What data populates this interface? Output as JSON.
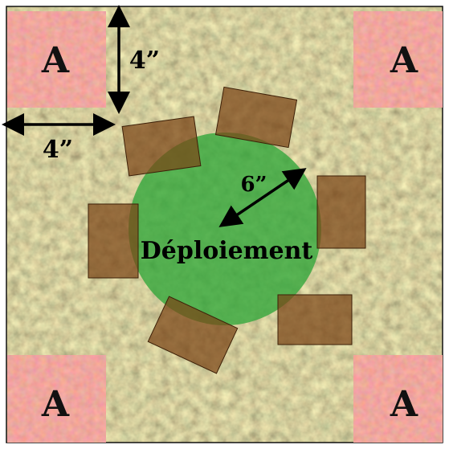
{
  "map": {
    "colors": {
      "grass_base": "#8a7a4e",
      "zone_fill": "#e05a4e",
      "deploy_circle": "#2fa63a",
      "terrain_piece": "#7a4416",
      "arrow": "#000000",
      "border": "#111111"
    },
    "corner_zones": [
      {
        "label": "A",
        "corner": "top-left"
      },
      {
        "label": "A",
        "corner": "top-right"
      },
      {
        "label": "A",
        "corner": "bottom-left"
      },
      {
        "label": "A",
        "corner": "bottom-right"
      }
    ],
    "measurements": {
      "vertical": "4”",
      "horizontal": "4”",
      "radius": "6”"
    },
    "deployment_label": "Déploiement",
    "terrain_count": 6
  }
}
